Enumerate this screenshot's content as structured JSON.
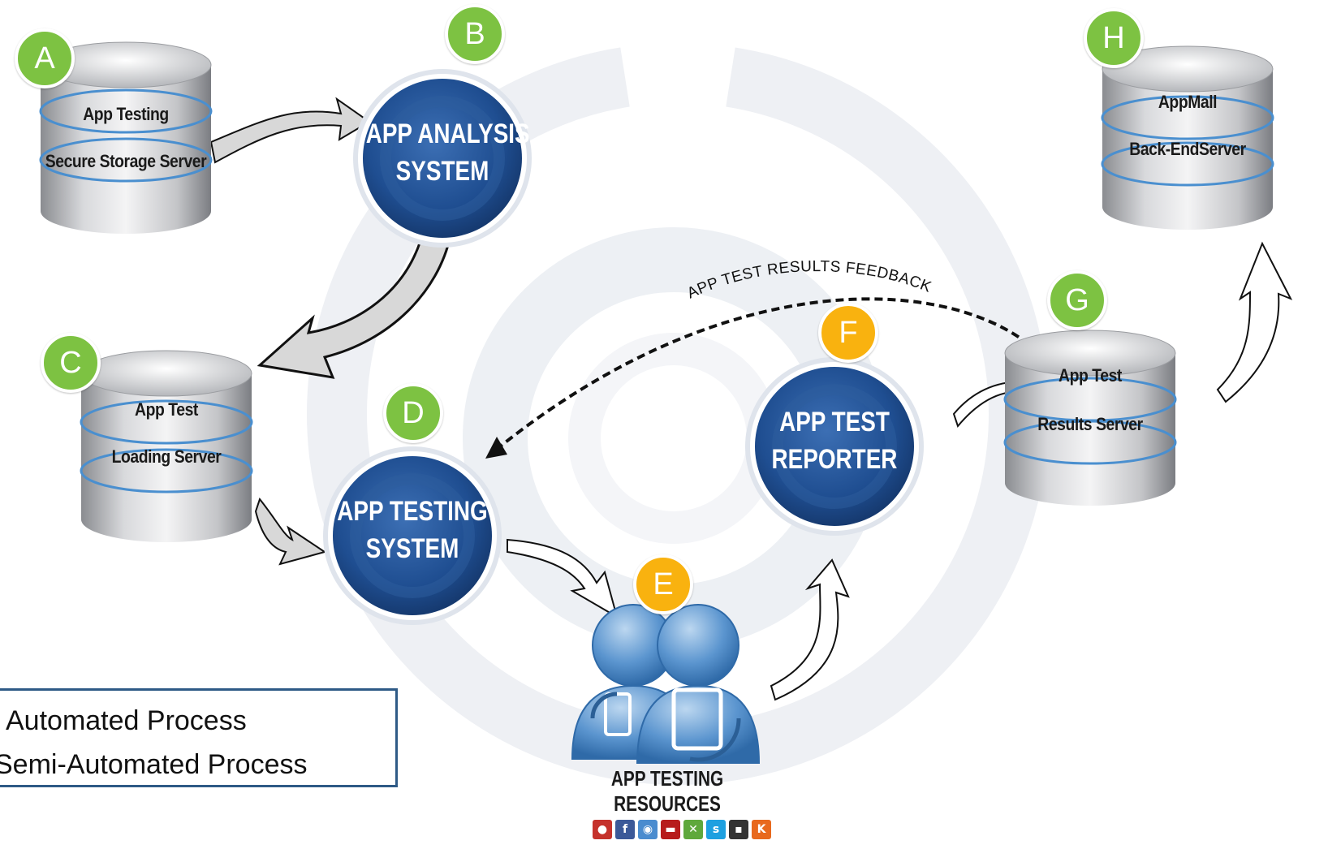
{
  "colors": {
    "badge_green": "#7dc242",
    "badge_orange": "#f9b20f",
    "process_blue": "#1f4e91",
    "legend_border": "#2e5a86",
    "db_blue_stripe": "#4a8fcf"
  },
  "badges": {
    "a": "A",
    "b": "B",
    "c": "C",
    "d": "D",
    "e": "E",
    "f": "F",
    "g": "G",
    "h": "H"
  },
  "databases": {
    "a": {
      "line1": "App Testing",
      "line2": "Secure Storage Server"
    },
    "c": {
      "line1": "App Test",
      "line2": "Loading Server"
    },
    "g": {
      "line1": "App Test",
      "line2": "Results Server"
    },
    "h": {
      "line1": "AppMall",
      "line2": "Back-EndServer"
    }
  },
  "processes": {
    "b": {
      "line1": "APP ANALYSIS",
      "line2": "SYSTEM"
    },
    "d": {
      "line1": "APP TESTING",
      "line2": "SYSTEM"
    },
    "f": {
      "line1": "APP TEST",
      "line2": "REPORTER"
    }
  },
  "feedback_label": "APP TEST RESULTS FEEDBACK",
  "resources_label": "APP TESTING RESOURCES",
  "app_icons": [
    "angry-birds-icon",
    "facebook-icon",
    "whatsapp-icon",
    "netflix-icon",
    "fruit-ninja-icon",
    "skype-icon",
    "game-icon",
    "kik-icon"
  ],
  "legend": {
    "automated": "Automated Process",
    "semi_automated": "Semi-Automated Process"
  }
}
